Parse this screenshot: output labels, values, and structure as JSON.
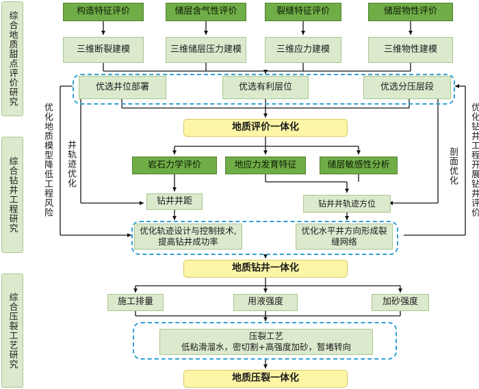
{
  "sidebar": {
    "geology": "综合地质甜点评价研究",
    "drilling": "综合钻井工程研究",
    "fracturing": "综合压裂工艺研究"
  },
  "row1": [
    "构造特征评价",
    "储层含气性评价",
    "裂缝特征评价",
    "储层物性评价"
  ],
  "row2": [
    "三维断裂建模",
    "三维储层压力建模",
    "三维应力建模",
    "三维物性建模"
  ],
  "row3": [
    "优选井位部署",
    "优选有利层位",
    "优选分压层段"
  ],
  "integration1": "地质评价一体化",
  "row4": [
    "岩石力学评价",
    "地应力发育特征",
    "储层敏感性分析"
  ],
  "row5": [
    "钻井井距",
    "钻井井轨迹方位"
  ],
  "row6": [
    "优化轨迹设计与控制技术,提高钻井成功率",
    "优化水平井方向形成裂缝网络"
  ],
  "integration2": "地质钻井一体化",
  "row7": [
    "施工排量",
    "用液强度",
    "加砂强度"
  ],
  "frac_process": {
    "title": "压裂工艺",
    "detail": "低粘滑溜水，密切割+高强度加砂，暂堵转向"
  },
  "integration3": "地质压裂一体化",
  "side_labels": {
    "left_outer": "优化地质模型降低工程风险",
    "left_inner": "井轨迹优化",
    "right_inner": "剖面优化",
    "right_outer": "优化钻井工程开展钻井评价"
  },
  "colors": {
    "green": "#70ad47",
    "light_green": "#dbe9cd",
    "yellow": "#fdf6a6",
    "dash_blue": "#2e9fd8"
  }
}
